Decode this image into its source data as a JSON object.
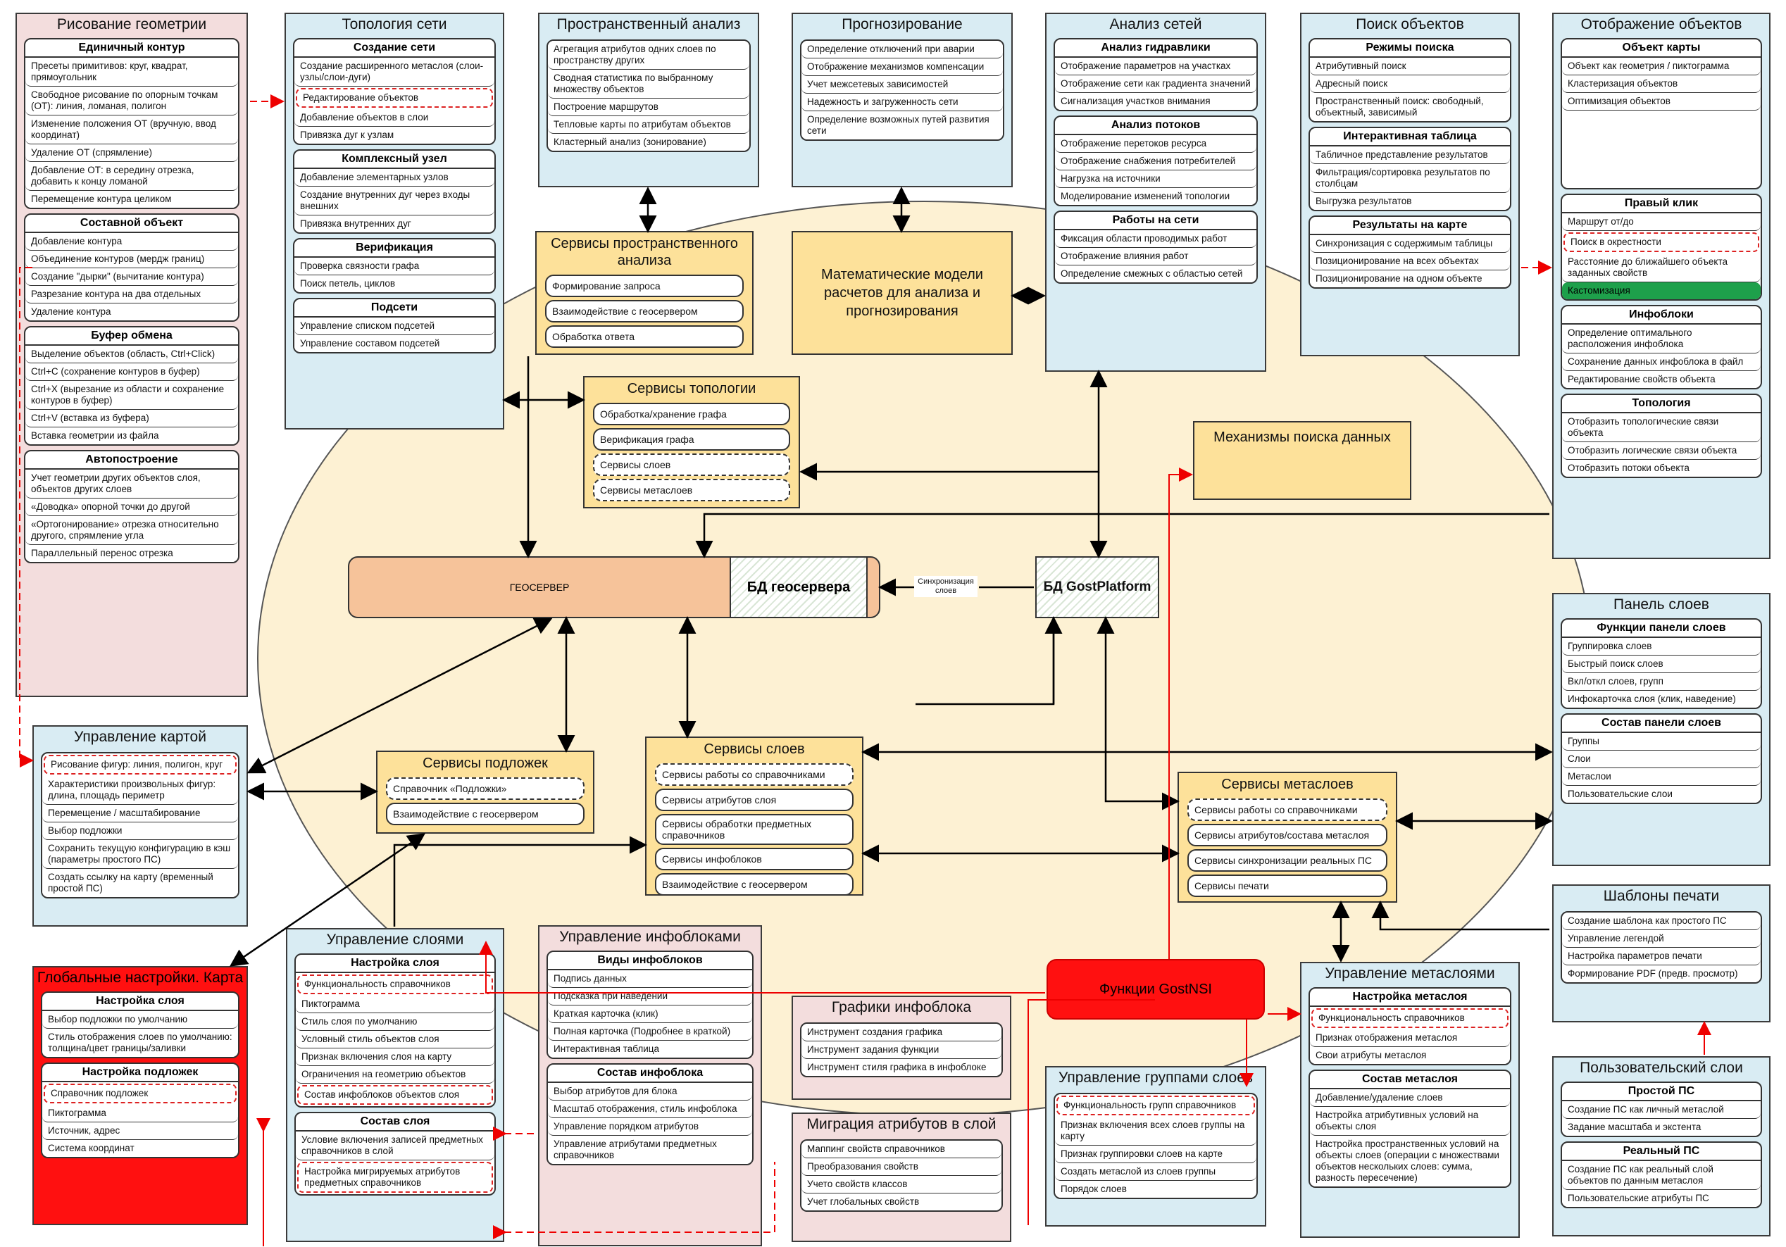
{
  "panels": {
    "risovanie": {
      "title": "Рисование геометрии",
      "groups": [
        {
          "title": "Единичный контур",
          "items": [
            "Пресеты примитивов: круг, квадрат, прямоугольник",
            "Свободное рисование по опорным точкам (ОТ): линия, ломаная, полигон",
            "Изменение положения ОТ (вручную, ввод координат)",
            "Удаление ОТ (спрямление)",
            "Добавление ОТ: в середину отрезка, добавить к концу ломаной",
            "Перемещение контура целиком"
          ]
        },
        {
          "title": "Составной объект",
          "items": [
            "Добавление контура",
            "Объединение контуров (мердж границ)",
            "Создание \"дырки\" (вычитание контура)",
            "Разрезание контура на два отдельных",
            "Удаление контура"
          ]
        },
        {
          "title": "Буфер обмена",
          "items": [
            "Выделение объектов (область, Ctrl+Click)",
            "Ctrl+C (сохранение контуров в буфер)",
            "Ctrl+X (вырезание из области и сохранение контуров в буфер)",
            "Ctrl+V (вставка из буфера)",
            "Вставка геометрии из файла"
          ]
        },
        {
          "title": "Автопостроение",
          "items": [
            "Учет геометрии других объектов слоя, объектов других слоев",
            "«Доводка» опорной точки до другой",
            "«Ортогонирование» отрезка относительно другого, спрямление угла",
            "Параллельный перенос отрезка"
          ]
        }
      ]
    },
    "topologiya": {
      "title": "Топология сети",
      "groups": [
        {
          "title": "Создание сети",
          "items": [
            "Создание расширенного метаслоя (слои-узлы/слои-дуги)",
            "Редактирование объектов",
            "Добавление объектов в слои",
            "Привязка дуг к узлам"
          ]
        },
        {
          "title": "Комплексный узел",
          "items": [
            "Добавление элементарных узлов",
            "Создание внутренних дуг через входы внешних",
            "Привязка внутренних дуг"
          ]
        },
        {
          "title": "Верификация",
          "items": [
            "Проверка связности графа",
            "Поиск петель, циклов"
          ]
        },
        {
          "title": "Подсети",
          "items": [
            "Управление списком подсетей",
            "Управление составом подсетей"
          ]
        }
      ]
    },
    "prostr": {
      "title": "Пространственный анализ",
      "items": [
        "Агрегация атрибутов одних слоев по пространству других",
        "Сводная статистика по выбранному множеству объектов",
        "Построение маршрутов",
        "Тепловые карты по атрибутам объектов",
        "Кластерный анализ (зонирование)"
      ]
    },
    "prognoz": {
      "title": "Прогнозирование",
      "items": [
        "Определение отключений при аварии",
        "Отображение механизмов компенсации",
        "Учет межсетевых зависимостей",
        "Надежность и загруженность сети",
        "Определение возможных путей развития сети"
      ]
    },
    "analiz": {
      "title": "Анализ сетей",
      "groups": [
        {
          "title": "Анализ гидравлики",
          "items": [
            "Отображение параметров на участках",
            "Отображение сети как градиента значений",
            "Сигнализация участков внимания"
          ]
        },
        {
          "title": "Анализ потоков",
          "items": [
            "Отображение перетоков ресурса",
            "Отображение снабжения потребителей",
            "Нагрузка на источники",
            "Моделирование изменений топологии"
          ]
        },
        {
          "title": "Работы на сети",
          "items": [
            "Фиксация области проводимых работ",
            "Отображение влияния работ",
            "Определение смежных с областью сетей"
          ]
        }
      ]
    },
    "poisk": {
      "title": "Поиск объектов",
      "groups": [
        {
          "title": "Режимы поиска",
          "items": [
            "Атрибутивный поиск",
            "Адресный поиск",
            "Пространственный поиск: свободный, объектный, зависимый"
          ]
        },
        {
          "title": "Интерактивная таблица",
          "items": [
            "Табличное представление результатов",
            "Фильтрация/сортировка результатов по столбцам",
            "Выгрузка результатов"
          ]
        },
        {
          "title": "Результаты на карте",
          "items": [
            "Синхронизация с содержимым таблицы",
            "Позиционирование на всех объектах",
            "Позиционирование на одном объекте"
          ]
        }
      ]
    },
    "otobr": {
      "title": "Отображение объектов",
      "groups": [
        {
          "title": "Объект карты",
          "items": [
            "Объект как геометрия / пиктограмма",
            "Кластеризация объектов",
            "Оптимизация объектов"
          ]
        },
        {
          "title": "Правый клик",
          "items": [
            "Маршрут от/до",
            "Поиск в окрестности",
            "Расстояние до ближайшего объекта заданных свойств",
            "Кастомизация"
          ]
        },
        {
          "title": "Инфоблоки",
          "items": [
            "Определение оптимального расположения инфоблока",
            "Сохранение данных инфоблока в файл",
            "Редактирование свойств объекта"
          ]
        },
        {
          "title": "Топология",
          "items": [
            "Отобразить топологические связи объекта",
            "Отобразить логические связи объекта",
            "Отобразить потоки объекта"
          ]
        }
      ]
    },
    "panel_sloev": {
      "title": "Панель слоев",
      "groups": [
        {
          "title": "Функции панели слоев",
          "items": [
            "Группировка слоев",
            "Быстрый поиск слоев",
            "Вкл/откл слоев, групп",
            "Инфокарточка слоя (клик, наведение)"
          ]
        },
        {
          "title": "Состав панели слоев",
          "items": [
            "Группы",
            "Слои",
            "Метаслои",
            "Пользовательские слои"
          ]
        }
      ]
    },
    "shablony": {
      "title": "Шаблоны печати",
      "items": [
        "Создание шаблона как простого ПС",
        "Управление легендой",
        "Настройка параметров печати",
        "Формирование PDF (предв. просмотр)"
      ]
    },
    "polz": {
      "title": "Пользовательский слои",
      "groups": [
        {
          "title": "Простой ПС",
          "items": [
            "Создание ПС как личный метаслой",
            "Задание масштаба и экстента"
          ]
        },
        {
          "title": "Реальный ПС",
          "items": [
            "Создание ПС как реальный слой объектов по данным метаслоя",
            "Пользовательские атрибуты ПС"
          ]
        }
      ]
    },
    "upr_kartoy": {
      "title": "Управление картой",
      "items": [
        "Рисование фигур: линия, полигон, круг",
        "Характеристики произвольных фигур: длина, площадь периметр",
        "Перемещение / масштабирование",
        "Выбор подложки",
        "Сохранить текущую конфигурацию в кэш (параметры простого ПС)",
        "Создать ссылку на карту (временный простой ПС)"
      ]
    },
    "global": {
      "title": "Глобальные настройки. Карта",
      "groups": [
        {
          "title": "Настройка слоя",
          "items": [
            "Выбор подложки по умолчанию",
            "Стиль отображения слоев по умолчанию: толщина/цвет границы/заливки"
          ]
        },
        {
          "title": "Настройка подложек",
          "items": [
            "Справочник подложек",
            "Пиктограмма",
            "Источник, адрес",
            "Система координат"
          ]
        }
      ]
    },
    "upr_sloyami": {
      "title": "Управление слоями",
      "groups": [
        {
          "title": "Настройка слоя",
          "items": [
            "Функциональность справочников",
            "Пиктограмма",
            "Стиль слоя по умолчанию",
            "Условный стиль объектов слоя",
            "Признак включения слоя на карту",
            "Ограничения на геометрию объектов",
            "Состав инфоблоков объектов слоя"
          ]
        },
        {
          "title": "Состав слоя",
          "items": [
            "Условие включения записей предметных справочников в слой",
            "Настройка мигрируемых атрибутов предметных справочников"
          ]
        }
      ]
    },
    "upr_infobl": {
      "title": "Управление инфоблоками",
      "groups": [
        {
          "title": "Виды инфоблоков",
          "items": [
            "Подпись данных",
            "Подсказка при наведении",
            "Краткая карточка (клик)",
            "Полная карточка (Подробнее в краткой)",
            "Интерактивная таблица"
          ]
        },
        {
          "title": "Состав инфоблока",
          "items": [
            "Выбор атрибутов для блока",
            "Масштаб отображения, стиль инфоблока",
            "Управление порядком атрибутов",
            "Управление атрибутами предметных справочников"
          ]
        }
      ]
    },
    "grafiki": {
      "title": "Графики инфоблока",
      "items": [
        "Инструмент создания графика",
        "Инструмент задания функции",
        "Инструмент стиля графика в инфоблоке"
      ]
    },
    "migraciya": {
      "title": "Миграция атрибутов в слой",
      "items": [
        "Маппинг свойств справочников",
        "Преобразования свойств",
        "Учето свойств классов",
        "Учет глобальных свойств"
      ]
    },
    "upr_grupp": {
      "title": "Управление группами слоев",
      "items": [
        "Функциональность групп справочников",
        "Признак включения всех слоев группы на карту",
        "Признак группировки слоев на карте",
        "Создать метаслой из слоев группы",
        "Порядок слоев"
      ]
    },
    "upr_metasl": {
      "title": "Управление метаслоями",
      "groups": [
        {
          "title": "Настройка метаслоя",
          "items": [
            "Функциональность справочников",
            "Признак отображения метаслоя",
            "Свои атрибуты метаслоя"
          ]
        },
        {
          "title": "Состав метаслоя",
          "items": [
            "Добавление/удаление слоев",
            "Настройка атрибутивных условий на объекты слоя",
            "Настройка пространственных условий на объекты слоев (операции с множествами объектов нескольких слоев: сумма, разность пересечение)"
          ]
        }
      ]
    }
  },
  "services": {
    "prostr_svc": {
      "title": "Сервисы пространственного анализа",
      "items": [
        "Формирование запроса",
        "Взаимодействие с геосервером",
        "Обработка ответа"
      ]
    },
    "mat_models": {
      "title": "Математические модели расчетов для анализа и прогнозирования"
    },
    "topo_svc": {
      "title": "Сервисы топологии",
      "items": [
        "Обработка/хранение графа",
        "Верификация графа",
        "Сервисы слоев",
        "Сервисы метаслоев"
      ]
    },
    "search_mech": {
      "title": "Механизмы поиска данных"
    },
    "podlozh_svc": {
      "title": "Сервисы подложек",
      "items": [
        "Справочник «Подложки»",
        "Взаимодействие с геосервером"
      ]
    },
    "sloev_svc": {
      "title": "Сервисы слоев",
      "items": [
        "Сервисы работы со справочниками",
        "Сервисы атрибутов слоя",
        "Сервисы обработки предметных справочников",
        "Сервисы инфоблоков",
        "Взаимодействие с геосервером"
      ]
    },
    "metasl_svc": {
      "title": "Сервисы метаслоев",
      "items": [
        "Сервисы работы со справочниками",
        "Сервисы атрибутов/состава метаслоя",
        "Сервисы синхронизации реальных ПС",
        "Сервисы печати"
      ]
    }
  },
  "geoserver": {
    "label": "ГЕОСЕРВЕР",
    "db": "БД геосервера"
  },
  "gostplatform": {
    "label": "БД GostPlatform"
  },
  "sync": {
    "label": "Синхронизация слоев"
  },
  "gostnsi": {
    "label": "Функции GostNSI"
  },
  "colors": {
    "panel_bg": "#d9ecf3",
    "pink_bg": "#f3dddd",
    "service_bg": "#fde19a",
    "ellipse_bg": "#fdf1d3",
    "red": "#ff1010",
    "green": "#1ea04b"
  }
}
